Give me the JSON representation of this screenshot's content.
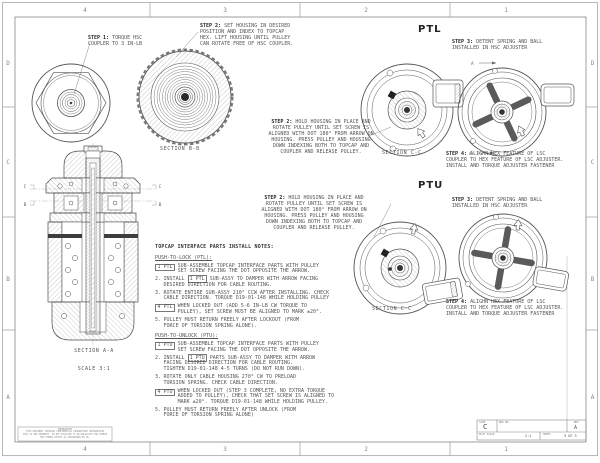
{
  "frame": {
    "top_zones": [
      "4",
      "3",
      "2",
      "1"
    ],
    "bottom_zones": [
      "4",
      "3",
      "2",
      "1"
    ],
    "side_zones": [
      "D",
      "C",
      "B",
      "A"
    ]
  },
  "headings": {
    "ptl": "PTL",
    "ptu": "PTU"
  },
  "steps": {
    "s1": {
      "label": "STEP 1:",
      "text": "TORQUE HSC\nCOUPLER TO 3 IN-LB"
    },
    "s2_top": {
      "label": "STEP 2:",
      "text": "SET HOUSING IN DESIRED\nPOSITION AND INDEX TO TOPCAP\nHEX. LIFT HOUSING UNTIL PULLEY\nCAN ROTATE FREE OF HSC COUPLER."
    },
    "s2_ptl": {
      "label": "STEP 2:",
      "text": "HOLD HOUSING IN PLACE AND\nROTATE PULLEY UNTIL SET SCREW IS\nALIGNED WITH DOT 180° FROM ARROW ON\nHOUSING. PRESS PULLEY AND HOUSING\nDOWN INDEXING BOTH TO TOPCAP AND\nCOUPLER AND RELEASE PULLEY."
    },
    "s2_ptu": {
      "label": "STEP 2:",
      "text": "HOLD HOUSING IN PLACE AND\nROTATE PULLEY UNTIL SET SCREW IS\nALIGNED WITH DOT 180° FROM ARROW ON\nHOUSING. PRESS PULLEY AND HOUSING\nDOWN INDEXING BOTH TO TOPCAP AND\nCOUPLER AND RELEASE PULLEY."
    },
    "s3_ptl": {
      "label": "STEP 3:",
      "text": "DETENT SPRING AND BALL\nINSTALLED IN HSC ADJUSTER"
    },
    "s3_ptu": {
      "label": "STEP 3:",
      "text": "DETENT SPRING AND BALL\nINSTALLED IN HSC ADJUSTER"
    },
    "s4_ptl": {
      "label": "STEP 4:",
      "text": "ALIGHN HEX FEATURE OF LSC\nCOUPLER TO HEX FEATURE OF LSC ADJUSTER.\nINSTALL AND TORQUE ADJUSTER FASTENER"
    },
    "s4_ptu": {
      "label": "STEP 4:",
      "text": "ALIGHN HEX FEATURE OF LSC\nCOUPLER TO HEX FEATURE OF LSC ADJUSTER.\nINSTALL AND TORQUE ADJUSTER FASTENER"
    }
  },
  "sections": {
    "bb": "SECTION B-B",
    "cc": "SECTION C-C",
    "aa": "SECTION A-A",
    "aa_scale": "SCALE 3:1",
    "marker_a": "A",
    "marker_b": "B",
    "marker_c": "C"
  },
  "notes": {
    "title": "TOPCAP INTERFACE PARTS INSTALL NOTES:",
    "ptl": {
      "heading": "PUSH-TO-LOCK (PTL):",
      "items": [
        {
          "marker": "1 PTL",
          "boxed": true,
          "text": "SUB-ASSEMBLE TOPCAP INTERFACE PARTS WITH PULLEY\nSET SCREW FACING THE DOT OPPOSITE THE ARROW."
        },
        {
          "marker": "2.",
          "boxed": false,
          "pre": "INSTALL ",
          "ref": "1 PTL",
          "post": " SUB-ASSY TO DAMPER WITH ARROW FACING\nDESIRED DIRECTION FOR CABLE ROUTING."
        },
        {
          "marker": "3.",
          "boxed": false,
          "text": "ROTATE ENTIRE SUB-ASSY 210° CCW AFTER INSTALLING. CHECK\nCABLE DIRECTION. TORQUE D19-01-148 WHILE HOLDING PULLEY"
        },
        {
          "marker": "4 PTL",
          "boxed": true,
          "text": "WHEN LOCKED OUT (ADD 5-6 IN-LB CW TORQUE TO\nPULLEY), SET SCREW MUST BE ALIGNED TO MARK ±20°."
        },
        {
          "marker": "5.",
          "boxed": false,
          "text": "PULLEY MUST RETURN FREELY AFTER LOCKOUT (FROM\nFORCE OF TORSION SPRING ALONE)."
        }
      ]
    },
    "ptu": {
      "heading": "PUSH-TO-UNLOCK (PTU):",
      "items": [
        {
          "marker": "1 PTU",
          "boxed": true,
          "text": "SUB-ASSEMBLE TOPCAP INTERFACE PARTS WITH PULLEY\nSET SCREW FACING THE DOT OPPOSITE THE ARROW."
        },
        {
          "marker": "2.",
          "boxed": false,
          "pre": "INSTALL ",
          "ref": "1 PTU",
          "post": " PARTS SUB-ASSY TO DAMPER WITH ARROW\nFACING DESIRED DIRECTION FOR CABLE ROUTING.\nTIGHTEN D19-01-148 4-5 TURNS (DO NOT RUN DOWN)."
        },
        {
          "marker": "3.",
          "boxed": false,
          "text": "ROTATE ONLY CABLE HOUSING 270° CW TO PRELOAD\nTORSION SPRING. CHECK CABLE DIRECTION."
        },
        {
          "marker": "4 PTU",
          "boxed": true,
          "text": "WHEN LOCKED OUT (STEP 3 COMPLETE, NO EXTRA TORQUE\nADDED TO PULLEY), CHECK THAT SET SCREW IS ALIGNED TO\nMARK ±20°. TORQUE D19-01-148 WHILE HOLDING PULLEY."
        },
        {
          "marker": "5.",
          "boxed": false,
          "text": "PULLEY MUST RETURN FREELY AFTER UNLOCK (FROM\nFORCE OF TORSION SPRING ALONE)"
        }
      ]
    }
  },
  "title_block": {
    "size_label": "SIZE",
    "size_value": "C",
    "dwg_label": "DWG NO.",
    "rev_label": "REV",
    "rev_value": "A",
    "scale_label": "PLOT SCALE",
    "scale_value": "2:1",
    "sheet_label": "SHEET",
    "sheet_value": "3 OF 3"
  },
  "proprietary": "PROPRIETARY\nTHIS DOCUMENT CONTAINS CONFIDENTIAL PROPRIETARY INFORMATION\nTHAT IS OUR PROPERTY. DO NOT DISCLOSE TO OR DUPLICATE FOR OTHERS\nFOR OTHERS EXCEPT AS AUTHORIZED BY US."
}
